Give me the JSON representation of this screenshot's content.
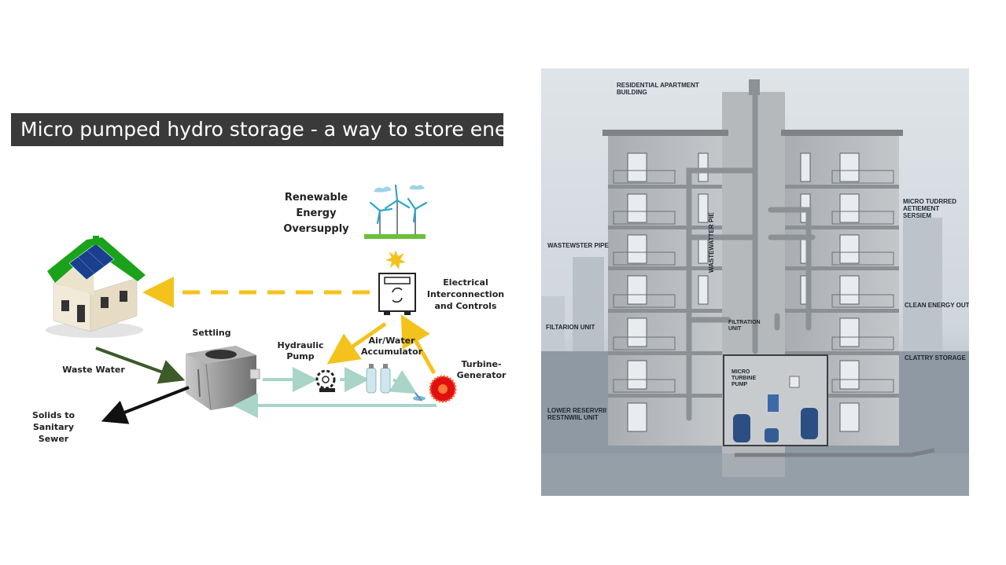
{
  "slide": {
    "title": "Micro pumped hydro storage - a way to store energy"
  },
  "diagram": {
    "labels": {
      "renewable": "Renewable\nEnergy\nOversupply",
      "electrical": "Electrical\nInterconnection\nand Controls",
      "settling": "Settling",
      "hydraulic_pump": "Hydraulic\nPump",
      "accumulator": "Air/Water\nAccumulator",
      "turbine": "Turbine-\nGenerator",
      "waste_water": "Waste Water",
      "solids": "Solids to Sanitary\nSewer"
    },
    "colors": {
      "electric_arrow": "#f4c21c",
      "water_arrow": "#a8d5c8",
      "waste_arrow": "#3d5a2a",
      "solids_arrow": "#111111",
      "roof": "#1aa31a",
      "turbine": "#e01010"
    }
  },
  "building_image": {
    "labels": {
      "top": "RESIDENTIAL APARTMENT\nBUILDING",
      "micro_turbine_right": "MICRO TUDRRED\nAETIEMENT\nSERSIEM",
      "wastewater_pipe": "WASTEWSTER PIPE",
      "wastewater_vertical": "WASTEWATTER  PIE",
      "clean_energy": "CLEAN ENERGY OUT",
      "filtration_left": "FILTARION UNIT",
      "filtration_center": "FILTRATION\nUNIT",
      "battery": "CLATTRY STORAGE",
      "micro_turbine_pump": "MICRO\nTURBINE\nPUMP",
      "lower_reservoir": "LOWER RESERVRII\nRESTNWIIL UNIT"
    }
  }
}
